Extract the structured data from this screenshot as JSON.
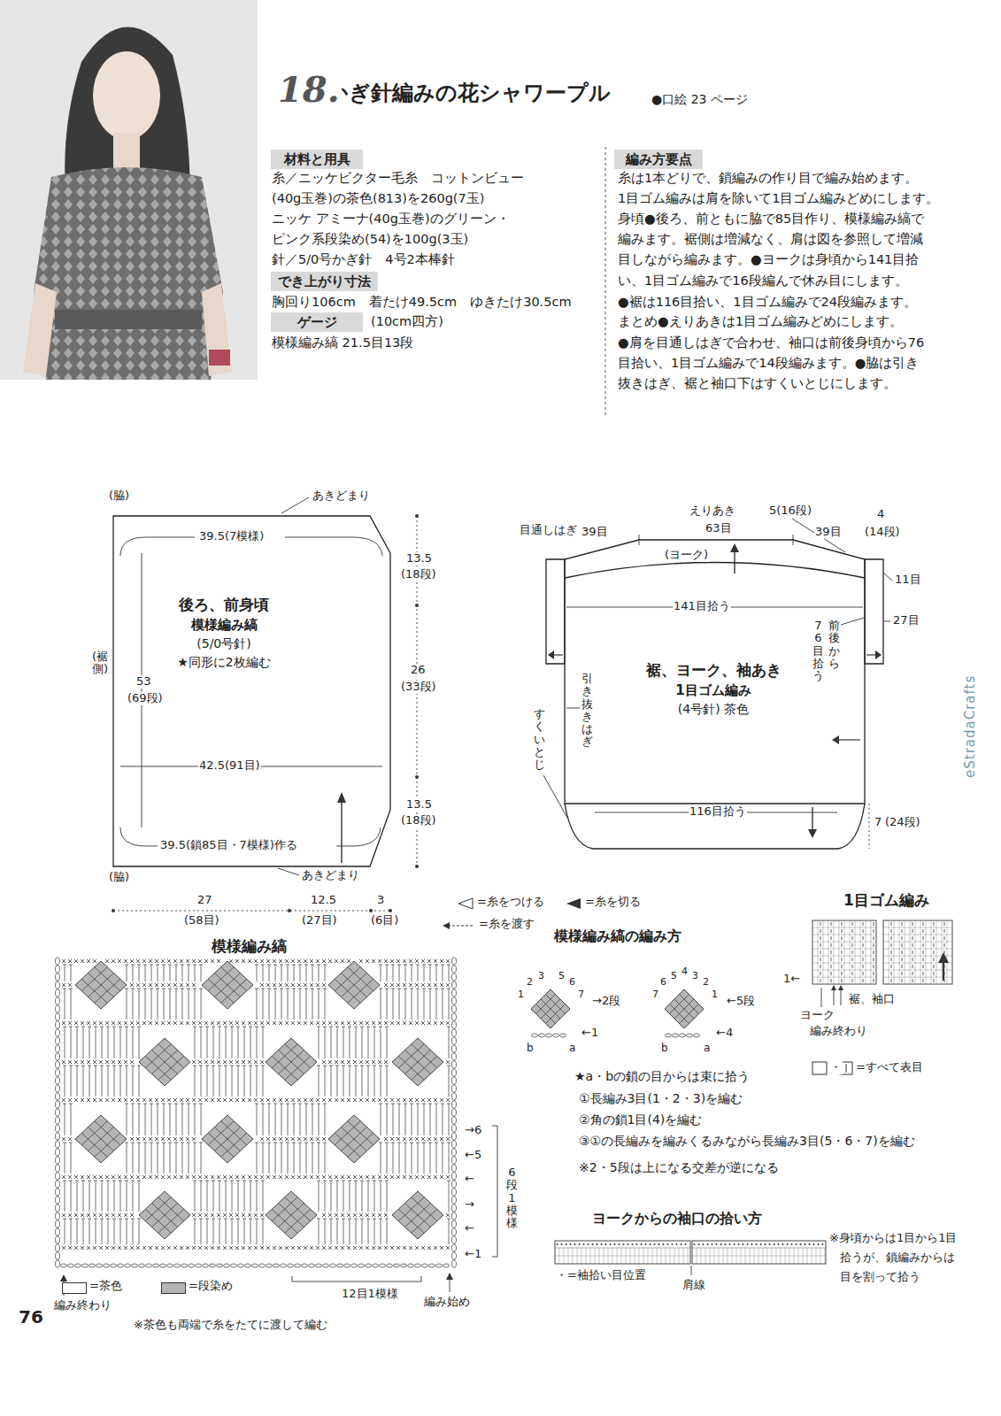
{
  "diagram": {
    "title": "かぎ針編みの花シャワープル",
    "nodes": [
      {
        "text": [
          "材料と用具"
        ]
      },
      {
        "text": [
          "でき上がり寸法"
        ]
      },
      {
        "text": [
          "ゲージ"
        ]
      },
      {
        "text": [
          "編み方要点"
        ]
      },
      {
        "text": [
          "後ろ、前身頃",
          "模様編み縞",
          "(5/0号針)",
          "★同形に2枚編む"
        ]
      },
      {
        "text": [
          "裾、ヨーク、袖あき",
          "1目ゴム編み",
          "(4号針) 茶色"
        ]
      }
    ],
    "labels": [
      "18.",
      "●口絵 23 ページ",
      "糸／ニッケビクター毛糸　コットンビュー",
      "(40g玉巻)の茶色(813)を260g(7玉)",
      "ニッケ アミーナ(40g玉巻)のグリーン・",
      "ピンク系段染め(54)を100g(3玉)",
      "針／5/0号かぎ針　4号2本棒針",
      "胸回り106cm　着たけ49.5cm　ゆきたけ30.5cm",
      "(10cm四方)",
      "模様編み縞 21.5目13段",
      "糸は1本どりで、鎖編みの作り目で編み始めます。",
      "1目ゴム編みは肩を除いて1目ゴム編みどめにします。",
      "身頃●後ろ、前ともに脇で85目作り、模様編み縞で",
      "編みます。裾側は増減なく、肩は図を参照して増減",
      "目しながら編みます。●ヨークは身頃から141目拾",
      "い、1目ゴム編みで16段編んで休み目にします。",
      "●裾は116目拾い、1目ゴム編みで24段編みます。",
      "まとめ●えりあきは1目ゴム編みどめにします。",
      "●肩を目通しはぎで合わせ、袖口は前後身頃から76",
      "目拾い、1目ゴム編みで14段編みます。●脇は引き",
      "抜きはぎ、裾と袖口下はすくいとじにします。",
      "(脇)",
      "あきどまり",
      "39.5(7模様)",
      "13.5",
      "(18段)",
      "53",
      "(69段)",
      "(裾側)",
      "26",
      "(33段)",
      "42.5(91目)",
      "13.5",
      "(18段)",
      "39.5(鎖85目・7模様)作る",
      "(脇)",
      "あきどまり",
      "27",
      "(58目)",
      "12.5",
      "(27目)",
      "3",
      "(6目)",
      "目通しはぎ",
      "39目",
      "えりあき",
      "63目",
      "5(16段)",
      "39目",
      "4",
      "(14段)",
      "(ヨーク)",
      "11目",
      "141目拾う",
      "27目",
      "76目拾う",
      "前後から",
      "すくいとじ",
      "引き抜きはぎ",
      "116目拾う",
      "7",
      "(24段)",
      "1目ゴム編み",
      "1←",
      "裾、袖口",
      "ヨーク",
      "編み終わり",
      "・",
      "=すべて表目",
      "模様編み縞",
      "→6",
      "←5",
      "←",
      "→",
      "←",
      "←1",
      "6段1模様",
      "12目1模様",
      "編み終わり",
      "編み始め",
      "※茶色も両端で糸をたてに渡して編む",
      "76",
      "模様編み縞の編み方",
      "1",
      "2",
      "3",
      "5",
      "6",
      "7",
      "→2段",
      "←1",
      "b",
      "a",
      "7",
      "6",
      "5",
      "4",
      "3",
      "2",
      "1",
      "←5段",
      "←4",
      "b",
      "a",
      "★a・bの鎖の目からは束に拾う",
      "①長編み3目(1・2・3)を編む",
      "②角の鎖1目(4)を編む",
      "③①の長編みを編みくるみながら長編み3目(5・6・7)を編む",
      "※2・5段は上になる交差が逆になる",
      "ヨークからの袖口の拾い方",
      "・=袖拾い目位置",
      "肩線",
      "※身頃からは1目から1目",
      "拾うが、鎖編みからは",
      "目を割って拾う",
      "eStradaCrafts"
    ],
    "legend": [
      {
        "text": "=糸をつける"
      },
      {
        "text": "=糸を切る"
      },
      {
        "text": "=糸を渡す"
      },
      {
        "text": "=茶色",
        "color": "#ffffff"
      },
      {
        "text": "=段染め",
        "color": "#b5b5b5"
      }
    ]
  }
}
